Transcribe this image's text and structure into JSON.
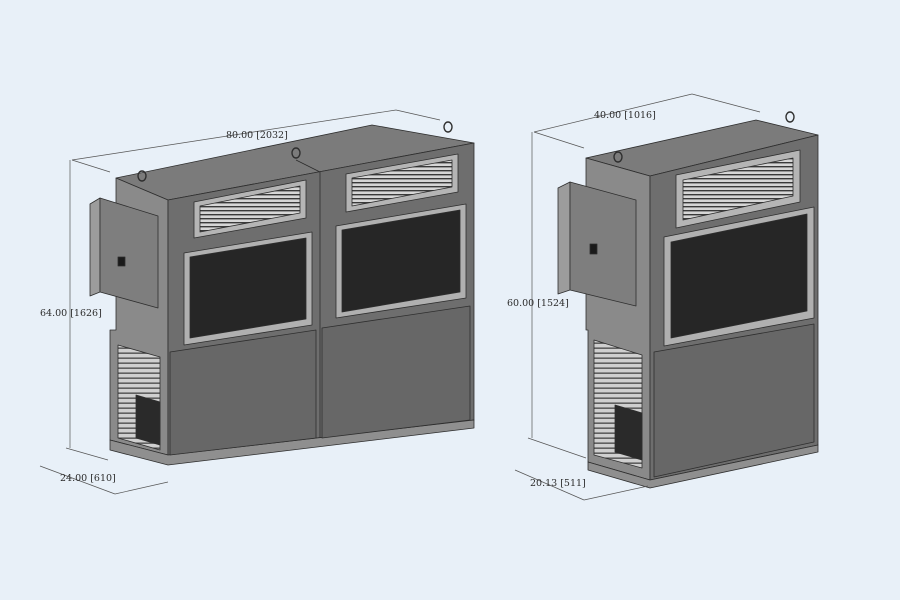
{
  "colors": {
    "background": "#e8f0f8",
    "front": "#6e6e6e",
    "side": "#8a8a8a",
    "top": "#7b7b7b",
    "frame": "#a9a9a9",
    "screen": "#262626",
    "line": "#2e2e2e"
  },
  "units": {
    "double": {
      "width": "80.00 [2032]",
      "height": "64.00 [1626]",
      "depth": "24.00 [610]"
    },
    "single": {
      "width": "40.00 [1016]",
      "height": "60.00 [1524]",
      "depth": "20.13 [511]"
    }
  }
}
